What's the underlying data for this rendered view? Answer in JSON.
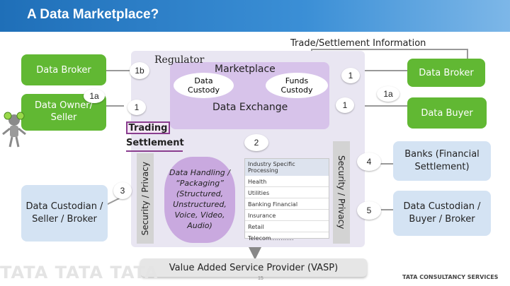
{
  "title": "A Data Marketplace?",
  "trade_label": "Trade/Settlement Information",
  "regulator": "Regulator",
  "marketplace": "Marketplace",
  "data_custody": "Data\nCustody",
  "funds_custody": "Funds\nCustody",
  "data_exchange": "Data Exchange",
  "trading": "Trading",
  "settlement": "Settlement",
  "security_left": "Security / Privacy",
  "security_right": "Security / Privacy",
  "data_handling": "Data Handling / “Packaging” (Structured, Unstructured, Voice, Video, Audio)",
  "industry_header": "Industry Specific Processing",
  "industries": [
    "Health",
    "Utilities",
    "Banking Financial",
    "Insurance",
    "Retail",
    "Telecom…………"
  ],
  "vasp": "Value Added Service Provider (VASP)",
  "left": {
    "data_broker": "Data Broker",
    "data_owner": "Data Owner/ Seller",
    "data_custodian": "Data Custodian / Seller / Broker"
  },
  "right": {
    "data_broker": "Data Broker",
    "data_buyer": "Data Buyer",
    "banks": "Banks (Financial Settlement)",
    "data_custodian": "Data Custodian / Buyer / Broker"
  },
  "steps": {
    "s1b": "1b",
    "s1a_left": "1a",
    "s1_left": "1",
    "s1_right_top": "1",
    "s1a_right": "1a",
    "s1_right_mid": "1",
    "s2": "2",
    "s3": "3",
    "s4": "4",
    "s5": "5"
  },
  "footer_page": "15",
  "footer_logo": "TATA CONSULTANCY SERVICES",
  "watermark": "TATA TATA TATA"
}
